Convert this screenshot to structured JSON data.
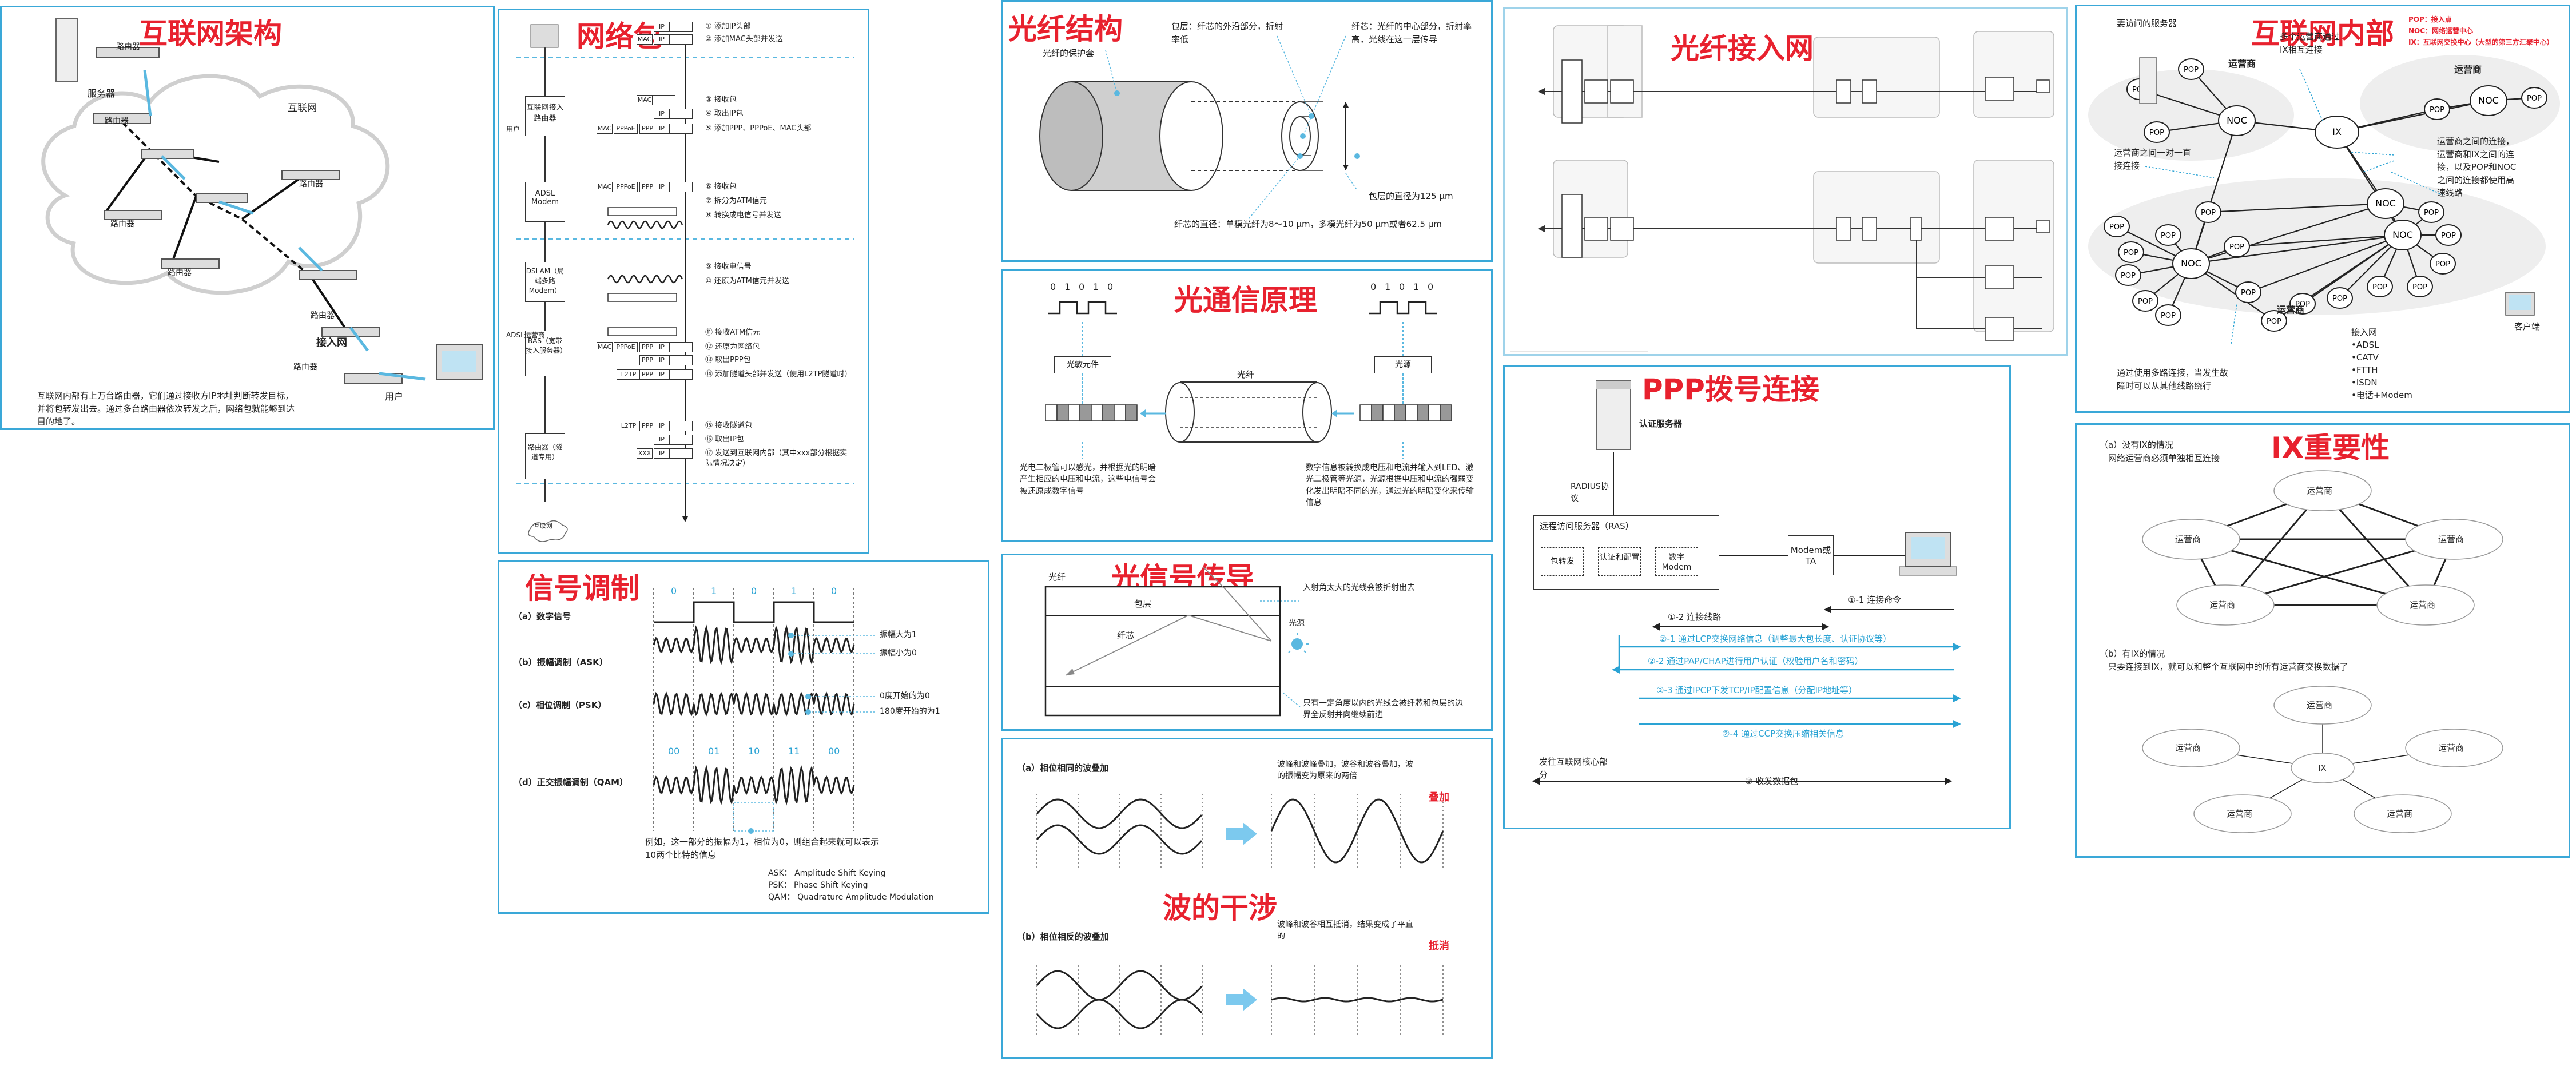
{
  "colors": {
    "accent": "#2aa3d4",
    "title": "#e8212e",
    "frame": "#3aa8d8"
  },
  "internet_arch": {
    "title": "互联网架构",
    "labels": {
      "router": "路由器",
      "server": "服务器",
      "internet": "互联网",
      "access": "接入网",
      "user": "用户"
    },
    "desc": "互联网内部有上万台路由器，它们通过接收方IP地址判断转发目标，并将包转发出去。通过多台路由器依次转发之后，网络包就能够到达目的地了。"
  },
  "packet": {
    "title": "网络包",
    "devices": {
      "ar": "互联网接入路由器",
      "adsl": "ADSL Modem",
      "dslam": "DSLAM（局端多路Modem）",
      "bas": "BAS（宽带接入服务器）",
      "tr": "路由器（隧道专用）",
      "net": "互联网",
      "user_side": "用户",
      "adsl_isp": "ADSL运营商"
    },
    "steps": [
      "① 添加IP头部",
      "② 添加MAC头部并发送",
      "③ 接收包",
      "④ 取出IP包",
      "⑤ 添加PPP、PPPoE、MAC头部",
      "⑥ 接收包",
      "⑦ 拆分为ATM信元",
      "⑧ 转换成电信号并发送",
      "⑨ 接收电信号",
      "⑩ 还原为ATM信元并发送",
      "⑪ 接收ATM信元",
      "⑫ 还原为网络包",
      "⑬ 取出PPP包",
      "⑭ 添加隧道头部并发送（使用L2TP隧道时）",
      "⑮ 接收隧道包",
      "⑯ 取出IP包",
      "⑰ 发送到互联网内部（其中xxx部分根据实际情况决定）"
    ],
    "hdr": {
      "ip": "IP",
      "mac": "MAC",
      "pppoe": "PPPoE",
      "ppp": "PPP",
      "l2tp": "L2TP",
      "xxx": "XXX"
    }
  },
  "signal": {
    "title": "信号调制",
    "bits": [
      "0",
      "1",
      "0",
      "1",
      "0"
    ],
    "qam_bits": [
      "00",
      "01",
      "10",
      "11",
      "00"
    ],
    "rows": [
      "（a）数字信号",
      "（b）振幅调制（ASK）",
      "（c）相位调制（PSK）",
      "（d）正交振幅调制（QAM）"
    ],
    "notes": {
      "amp1": "振幅大为1",
      "amp0": "振幅小为0",
      "ph0": "0度开始的为0",
      "ph1": "180度开始的为1"
    },
    "example": "例如，这一部分的振幅为1，相位为0，则组合起来就可以表示10两个比特的信息",
    "abbr": [
      "ASK： Amplitude Shift Keying",
      "PSK： Phase Shift Keying",
      "QAM： Quadrature Amplitude Modulation"
    ]
  },
  "fiber": {
    "title": "光纤结构",
    "protect": "光纤的保护套",
    "cladding": "包层：纤芯的外沿部分，折射率低",
    "core": "纤芯：光纤的中心部分，折射率高，光线在这一层传导",
    "dia_clad": "包层的直径为125 μm",
    "dia_core": "纤芯的直径：单模光纤为8～10 μm，多模光纤为50 μm或者62.5 μm"
  },
  "optical": {
    "title": "光通信原理",
    "bits": [
      "0",
      "1",
      "0",
      "1",
      "0"
    ],
    "pd": "光敏元件",
    "src": "光源",
    "fiber": "光纤",
    "left_note": "光电二极管可以感光，并根据光的明暗产生相应的电压和电流，这些电信号会被还原成数字信号",
    "right_note": "数字信息被转换成电压和电流并输入到LED、激光二极管等光源，光源根据电压和电流的强弱变化发出明暗不同的光，通过光的明暗变化来传输信息"
  },
  "propagation": {
    "title": "光信号传导",
    "fiber": "光纤",
    "clad": "包层",
    "core": "纤芯",
    "light": "光源",
    "n1": "入射角太大的光线会被折射出去",
    "n2": "只有一定角度以内的光线会被纤芯和包层的边界全反射并向继续前进"
  },
  "interference": {
    "title": "波的干涉",
    "a": "（a）相位相同的波叠加",
    "a_note": "波峰和波峰叠加，波谷和波谷叠加，波的振幅变为原来的两倍",
    "a_tag": "叠加",
    "b": "（b）相位相反的波叠加",
    "b_note": "波峰和波谷相互抵消，结果变成了平直的",
    "b_tag": "抵消"
  },
  "ftth": {
    "title": "光纤接入网"
  },
  "ppp": {
    "title": "PPP拨号连接",
    "auth": "认证服务器",
    "radius": "RADIUS协议",
    "ras": "远程访问服务器（RAS）",
    "ras_boxes": [
      "包转发",
      "认证和配置",
      "数字Modem"
    ],
    "modem": "Modem或TA",
    "steps": [
      "①-1 连接命令",
      "①-2 连接线路",
      "②-1 通过LCP交换网络信息（调整最大包长度、认证协议等）",
      "②-2 通过PAP/CHAP进行用户认证（权验用户名和密码）",
      "②-3 通过IPCP下发TCP/IP配置信息（分配IP地址等）",
      "②-4 通过CCP交换压缩相关信息",
      "③ 收发数据包"
    ],
    "core": "发往互联网核心部分"
  },
  "inside": {
    "title": "互联网内部",
    "legend": [
      "POP：接入点",
      "NOC：网络运营中心",
      "IX：互联网交换中心（大型的第三方汇聚中心）"
    ],
    "server": "要访问的服务器",
    "isp": "运营商",
    "n1": "多个运营商通过IX相互连接",
    "n2": "运营商之间一对一直接连接",
    "n3": "运营商之间的连接，运营商和IX之间的连接，以及POP和NOC之间的连接都使用高速线路",
    "n4": "通过使用多路连接，当发生故障时可以从其他线路绕行",
    "access": [
      "接入网",
      "•ADSL",
      "•CATV",
      "•FTTH",
      "•ISDN",
      "•电话+Modem"
    ],
    "client": "客户端",
    "node": {
      "pop": "POP",
      "noc": "NOC",
      "ix": "IX"
    }
  },
  "ix": {
    "title": "IX重要性",
    "a": "（a）没有IX的情况",
    "a_sub": "网络运营商必须单独相互连接",
    "b": "（b）有IX的情况",
    "b_sub": "只要连接到IX，就可以和整个互联网中的所有运营商交换数据了",
    "isp": "运营商",
    "ix": "IX"
  }
}
